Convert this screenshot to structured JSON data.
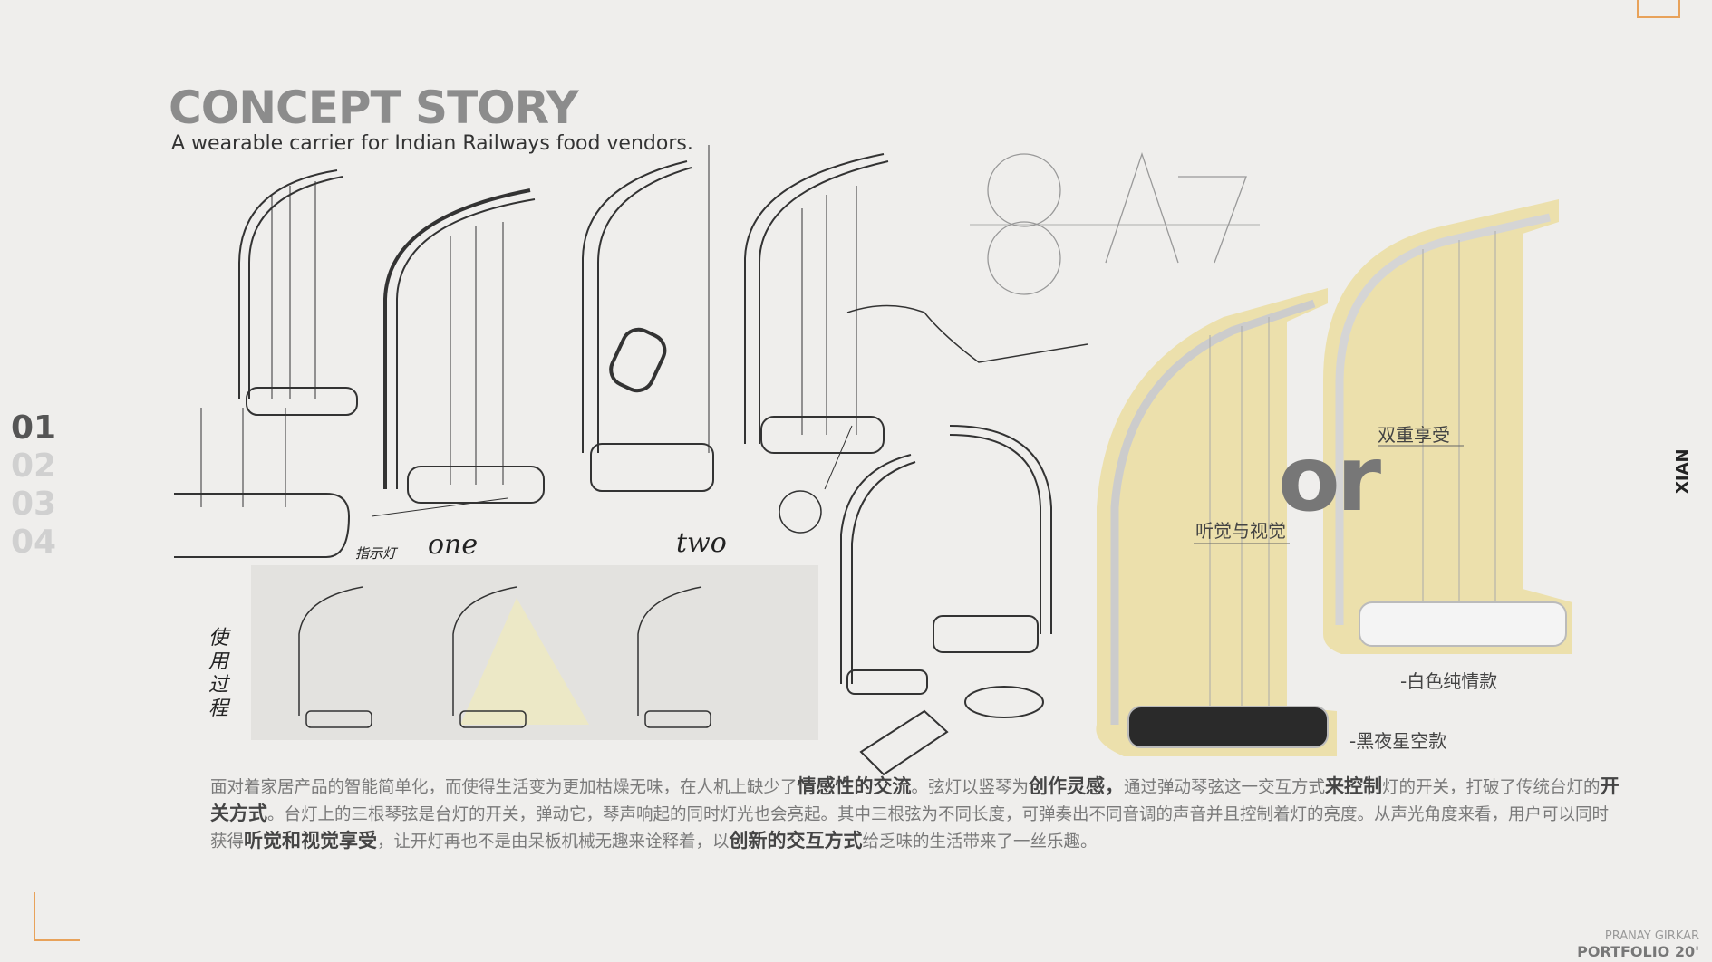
{
  "header": {
    "title": "CONCEPT STORY",
    "subtitle": "A wearable carrier for Indian Railways food vendors."
  },
  "page_nav": {
    "items": [
      "01",
      "02",
      "03",
      "04"
    ],
    "active": "01"
  },
  "side_label": "XIAN",
  "sketch_labels": {
    "one": "one",
    "two": "two",
    "indicator": "指示灯",
    "usage": "使用过程"
  },
  "render": {
    "or": "or",
    "label_dual": "双重享受",
    "label_audio_visual": "听觉与视觉",
    "label_white": "-白色纯情款",
    "label_black": "-黑夜星空款"
  },
  "description": {
    "segments": [
      {
        "t": "面对着家居产品的智能简单化，而使得生活变为更加枯燥无味，在人机上缺少了"
      },
      {
        "t": "情感性的交流",
        "b": true
      },
      {
        "t": "。弦灯以竖琴为"
      },
      {
        "t": "创作灵感，",
        "b": true
      },
      {
        "t": "通过弹动琴弦这一交互方式"
      },
      {
        "t": "来控制",
        "b": true
      },
      {
        "t": "灯的开关，打破了传统台灯的"
      },
      {
        "t": "开关方式",
        "b": true
      },
      {
        "t": "。台灯上的三根琴弦是台灯的开关，弹动它，琴声响起的同时灯光也会亮起。其中三根弦为不同长度，可弹奏出不同音调的声音并且控制着灯的亮度。从声光角度来看，用户可以同时获得"
      },
      {
        "t": "听觉和视觉享受",
        "b": true
      },
      {
        "t": "，让开灯再也不是由呆板机械无趣来诠释着，以"
      },
      {
        "t": "创新的交互方式",
        "b": true
      },
      {
        "t": "给乏味的生活带来了一丝乐趣。"
      }
    ]
  },
  "footer": {
    "name": "PRANAY GIRKAR",
    "portfolio": "PORTFOLIO 20'"
  },
  "colors": {
    "accent": "#e8a25a",
    "highlight": "#ecdfa8",
    "title": "#8c8c8c"
  }
}
